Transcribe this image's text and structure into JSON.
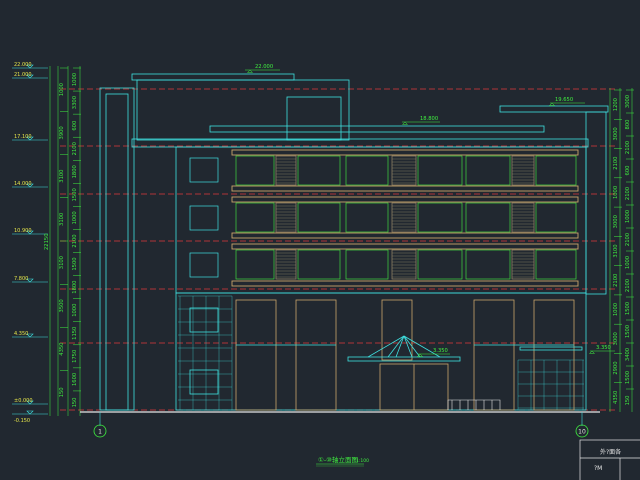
{
  "drawing": {
    "title": "①-⑩轴立面图",
    "scale": "1:100",
    "axis_left": "1",
    "axis_right": "10",
    "title_block_header": "外?面各",
    "title_block_cell": "?M"
  },
  "elevations_left": [
    "22.000",
    "21.000",
    "17.100",
    "14.000",
    "10.900",
    "7.800",
    "4.350",
    "±0.000",
    "-0.150"
  ],
  "elevations_top": {
    "roof_top": "22.000",
    "parapet": "18.800",
    "right_roof": "19.650",
    "canopy_center": "3.350",
    "canopy_right": "3.350"
  },
  "dims_left_outer": [
    "22150"
  ],
  "dims_left_inner": [
    "1000",
    "3900",
    "3100",
    "3100",
    "3100",
    "3500",
    "4350",
    "150"
  ],
  "dims_left_detail": [
    "1000",
    "3300",
    "600",
    "2100",
    "1800",
    "1500",
    "1000",
    "2100",
    "1500",
    "1800",
    "1000",
    "1150",
    "1750",
    "1600",
    "150"
  ],
  "dims_right_outer": [
    "1200",
    "3000",
    "2100",
    "1000",
    "3000",
    "3100",
    "2100",
    "1000",
    "3000",
    "2900",
    "4350"
  ],
  "dims_right_inner": [
    "3000",
    "800",
    "2100",
    "600",
    "2100",
    "1000",
    "2100",
    "1000",
    "2100",
    "1500",
    "1500",
    "3400",
    "1500",
    "150"
  ],
  "colors": {
    "background": "#212830",
    "wall": "#3fe0e0",
    "window_frame": "#3fd63f",
    "floor_band": "#c9a46b",
    "shutter": "#9a8a6a",
    "axis_line": "#e03a3a",
    "dim": "#3ff03f",
    "text_elev": "#e6e64a"
  }
}
